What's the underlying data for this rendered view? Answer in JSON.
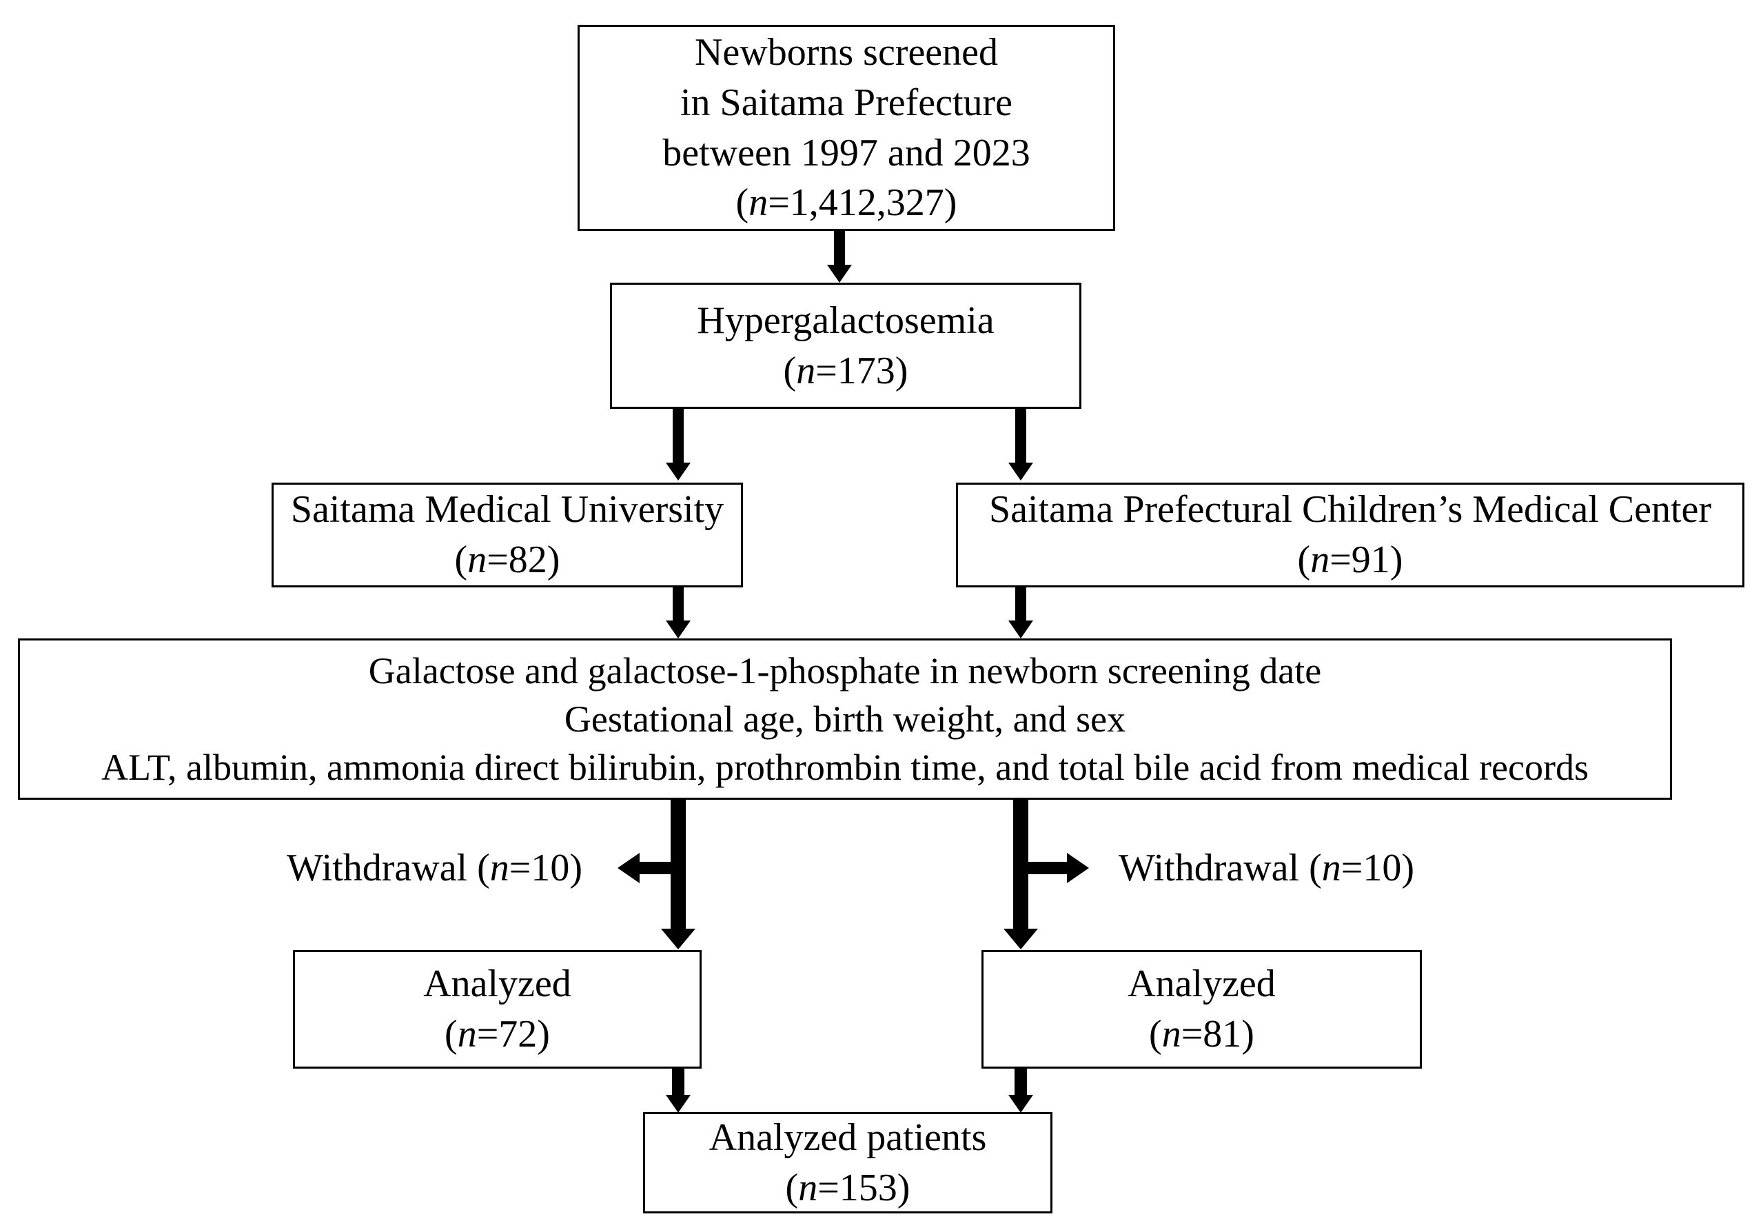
{
  "diagram": {
    "colors": {
      "ink": "#000000",
      "background": "#ffffff"
    },
    "boxes": {
      "screened": {
        "line1": "Newborns screened",
        "line2": "in Saitama Prefecture",
        "line3": "between 1997 and 2023",
        "count_open": "(",
        "count_var": "n",
        "count_rest": "=1,412,327)"
      },
      "hypergalactosemia": {
        "line1": "Hypergalactosemia",
        "count_open": "(",
        "count_var": "n",
        "count_rest": "=173)"
      },
      "saitama_medical_university": {
        "line1": "Saitama Medical University",
        "count_open": "(",
        "count_var": "n",
        "count_rest": "=82)"
      },
      "saitama_childrens_medical_center": {
        "line1": "Saitama Prefectural Children’s Medical Center",
        "count_open": "(",
        "count_var": "n",
        "count_rest": "=91)"
      },
      "data_collected": {
        "line1": "Galactose and galactose-1-phosphate in newborn screening date",
        "line2": "Gestational age, birth weight, and sex",
        "line3": "ALT, albumin, ammonia direct bilirubin, prothrombin time, and total bile acid from medical records"
      },
      "analyzed_left": {
        "line1": "Analyzed",
        "count_open": "(",
        "count_var": "n",
        "count_rest": "=72)"
      },
      "analyzed_right": {
        "line1": "Analyzed",
        "count_open": "(",
        "count_var": "n",
        "count_rest": "=81)"
      },
      "analyzed_total": {
        "line1": "Analyzed patients",
        "count_open": "(",
        "count_var": "n",
        "count_rest": "=153)"
      }
    },
    "annotations": {
      "withdrawal_left": {
        "label": "Withdrawal ",
        "count_open": "(",
        "count_var": "n",
        "count_rest": "=10)"
      },
      "withdrawal_right": {
        "label": "Withdrawal ",
        "count_open": "(",
        "count_var": "n",
        "count_rest": "=10)"
      }
    }
  }
}
